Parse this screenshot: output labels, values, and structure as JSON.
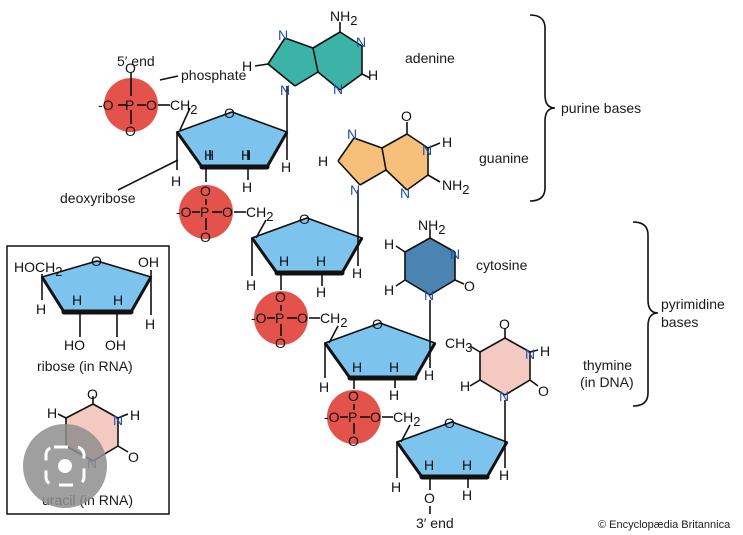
{
  "colors": {
    "sugar": "#7cc3ee",
    "phosphate": "#e4534b",
    "adenine": "#3bb3a7",
    "guanine": "#f7c07a",
    "cytosine": "#4b84b0",
    "thymine": "#f3c9c1",
    "uracil": "#f3c9c1"
  },
  "labels": {
    "five_end": "5′ end",
    "three_end": "3′ end",
    "phosphate": "phosphate",
    "deoxyribose": "deoxyribose",
    "adenine": "adenine",
    "guanine": "guanine",
    "cytosine": "cytosine",
    "thymine_line1": "thymine",
    "thymine_line2": "(in DNA)",
    "purine_bases": "purine bases",
    "pyrimidine_line1": "pyrimidine",
    "pyrimidine_line2": "bases",
    "ribose": "ribose (in RNA)",
    "uracil": "uracil (in RNA)",
    "hoch2": "HOCH",
    "copyright": "© Encyclopædia Britannica"
  },
  "atoms": {
    "O": "O",
    "P": "P",
    "H": "H",
    "N": "N",
    "C": "C",
    "CH2": "CH",
    "NH2": "NH",
    "CH3": "CH",
    "OH": "OH",
    "HO": "HO",
    "minusO": "-O",
    "sub2": "2",
    "sub3": "3"
  }
}
